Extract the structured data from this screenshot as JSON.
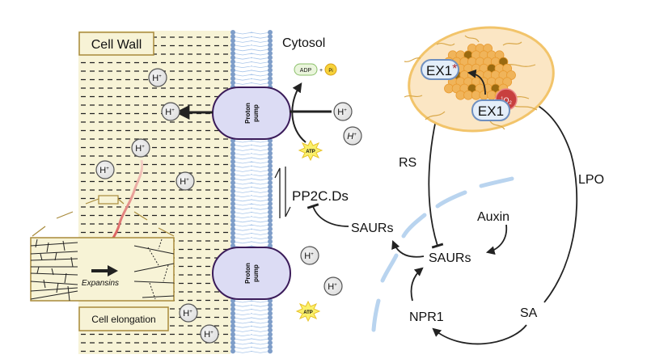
{
  "cell_wall": {
    "title": "Cell Wall",
    "elongation_label": "Cell elongation",
    "expansins_label": "Expansins"
  },
  "cytosol": {
    "title": "Cytosol",
    "adp_label": "ADP",
    "plus": "+",
    "pi_label": "Pi",
    "atp_label": "ATP"
  },
  "proton_pump": {
    "line1": "Proton",
    "line2": "pump"
  },
  "ion": {
    "h_plus": "H",
    "superscript": "+"
  },
  "signaling": {
    "pp2c": "PP2C.Ds",
    "saurs_upper": "SAURs",
    "saurs_center": "SAURs",
    "auxin": "Auxin",
    "npr1": "NPR1",
    "sa": "SA",
    "rs": "RS",
    "lpo": "LPO"
  },
  "chloroplast": {
    "ex1_active": "EX1",
    "ex1_star": "*",
    "ex1": "EX1",
    "singlet_oxygen_sup": "1",
    "singlet_oxygen": "O",
    "singlet_oxygen_sub": "2"
  },
  "colors": {
    "cell_wall_bg": "#f7f3d6",
    "label_box_border": "#a88a3a",
    "pump_fill": "#dcdcf4",
    "pump_stroke": "#3b1c5a",
    "lipid_head": "#7f9ec9",
    "chloroplast_fill": "#fbe6c4",
    "chloroplast_stroke": "#f2c46a",
    "grana": "#f0b45a",
    "singlet_oxygen": "#c8403f",
    "membrane_dash": "#b9d4ef",
    "signal_arrow": "#e06a6a"
  }
}
